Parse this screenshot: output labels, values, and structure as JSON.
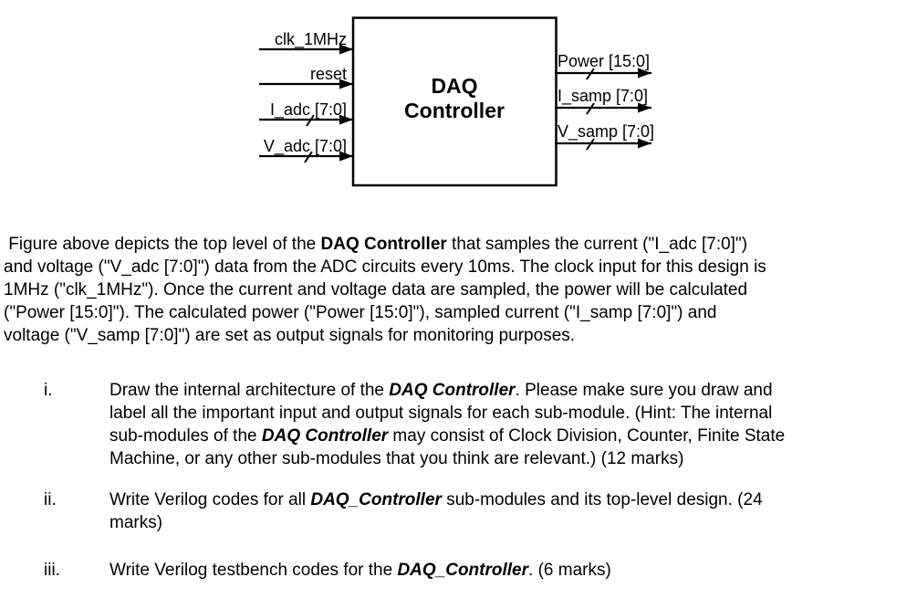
{
  "colors": {
    "ink": "#000000",
    "background": "#ffffff"
  },
  "diagram": {
    "block": {
      "title_line1": "DAQ",
      "title_line2": "Controller"
    },
    "inputs": [
      {
        "label": "clk_1MHz",
        "bus": false
      },
      {
        "label": "reset",
        "bus": false
      },
      {
        "label": "I_adc [7:0]",
        "bus": true
      },
      {
        "label": "V_adc [7:0]",
        "bus": true
      }
    ],
    "outputs": [
      {
        "label": "Power [15:0]",
        "bus": true
      },
      {
        "label": "I_samp [7:0]",
        "bus": true
      },
      {
        "label": "V_samp [7:0]",
        "bus": true
      }
    ]
  },
  "description": {
    "lines": [
      [
        {
          "t": " Figure above depicts the top level of the "
        },
        {
          "t": "DAQ Controller",
          "b": true
        },
        {
          "t": " that samples the current (\"I_adc [7:0]\")"
        }
      ],
      [
        {
          "t": "and voltage (\"V_adc [7:0]\") data from the ADC circuits every 10ms. The clock input for this design is"
        }
      ],
      [
        {
          "t": "1MHz (\"clk_1MHz\"). Once the current and voltage data are sampled, the power will be calculated"
        }
      ],
      [
        {
          "t": "(\"Power [15:0]\"). The calculated power (\"Power [15:0]\"), sampled current (\"I_samp [7:0]\") and"
        }
      ],
      [
        {
          "t": "voltage (\"V_samp [7:0]\") are set as output signals for monitoring purposes."
        }
      ]
    ]
  },
  "questions": [
    {
      "number": "i.",
      "lines": [
        [
          {
            "t": "Draw the internal architecture of the "
          },
          {
            "t": "DAQ Controller",
            "b": true,
            "i": true
          },
          {
            "t": ". Please make sure you draw and"
          }
        ],
        [
          {
            "t": "label all the important input and output signals for each sub-module. (Hint: The internal"
          }
        ],
        [
          {
            "t": "sub-modules of the "
          },
          {
            "t": "DAQ Controller",
            "b": true,
            "i": true
          },
          {
            "t": " may consist of Clock Division, Counter, Finite State"
          }
        ],
        [
          {
            "t": "Machine, or any other sub-modules that you think are relevant.) (12 marks)"
          }
        ]
      ]
    },
    {
      "number": "ii.",
      "lines": [
        [
          {
            "t": "Write Verilog codes for all "
          },
          {
            "t": "DAQ_Controller",
            "b": true,
            "i": true
          },
          {
            "t": " sub-modules and its top-level design. (24"
          }
        ],
        [
          {
            "t": "marks)"
          }
        ]
      ]
    },
    {
      "number": "iii.",
      "lines": [
        [
          {
            "t": "Write Verilog testbench codes for the "
          },
          {
            "t": "DAQ_Controller",
            "b": true,
            "i": true
          },
          {
            "t": ". (6 marks)"
          }
        ]
      ]
    }
  ]
}
